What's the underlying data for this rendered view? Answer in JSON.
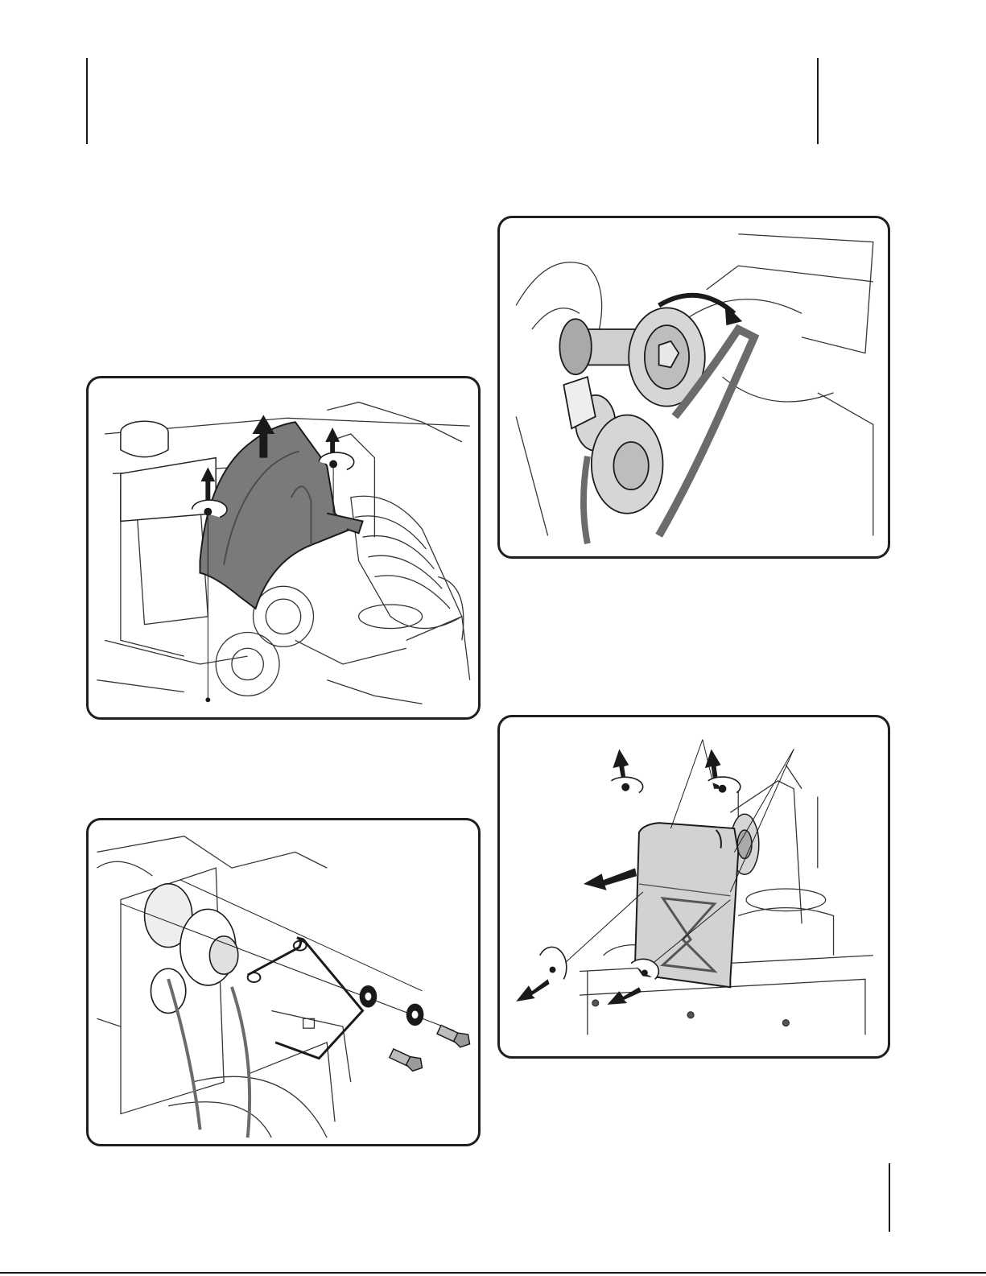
{
  "page": {
    "figures": [
      {
        "id": "fig-belt-cover-removal"
      },
      {
        "id": "fig-belt-pulley-removal"
      },
      {
        "id": "fig-belt-keeper-bracket"
      },
      {
        "id": "fig-frame-cover-removal"
      }
    ]
  },
  "colors": {
    "ink": "#1a1a1a",
    "cover_dark": "#7a7a7a",
    "part_light": "#d6d6d6",
    "part_mid": "#a9a9a9",
    "belt": "#6b6b6b"
  },
  "icons": {
    "arrow": "up-arrow-icon",
    "rotate": "rotate-counterclockwise-icon"
  }
}
